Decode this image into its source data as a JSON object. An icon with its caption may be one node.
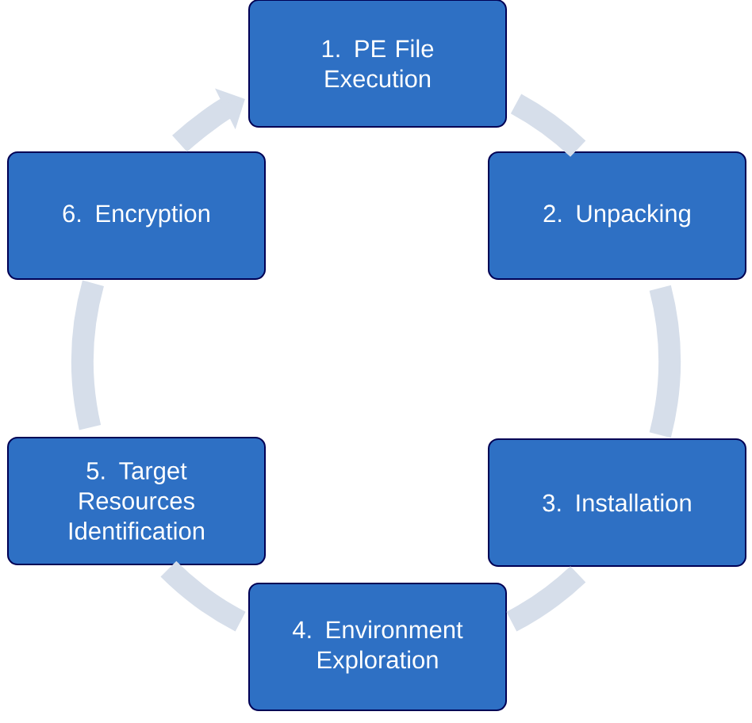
{
  "diagram": {
    "nodes": [
      {
        "text": [
          "1. PE File Execution"
        ]
      },
      {
        "text": [
          "2. Unpacking"
        ]
      },
      {
        "text": [
          "3. Installation"
        ]
      },
      {
        "text": [
          "4. Environment Exploration"
        ]
      },
      {
        "text": [
          "5. Target Resources Identification"
        ]
      },
      {
        "text": [
          "6. Encryption"
        ]
      }
    ],
    "edges": [
      {
        "from": 0,
        "to": 1,
        "arrow": "none"
      },
      {
        "from": 1,
        "to": 2,
        "arrow": "none"
      },
      {
        "from": 2,
        "to": 3,
        "arrow": "none"
      },
      {
        "from": 3,
        "to": 4,
        "arrow": "none"
      },
      {
        "from": 4,
        "to": 5,
        "arrow": "none"
      },
      {
        "from": 5,
        "to": 0,
        "arrow": "to"
      }
    ]
  }
}
